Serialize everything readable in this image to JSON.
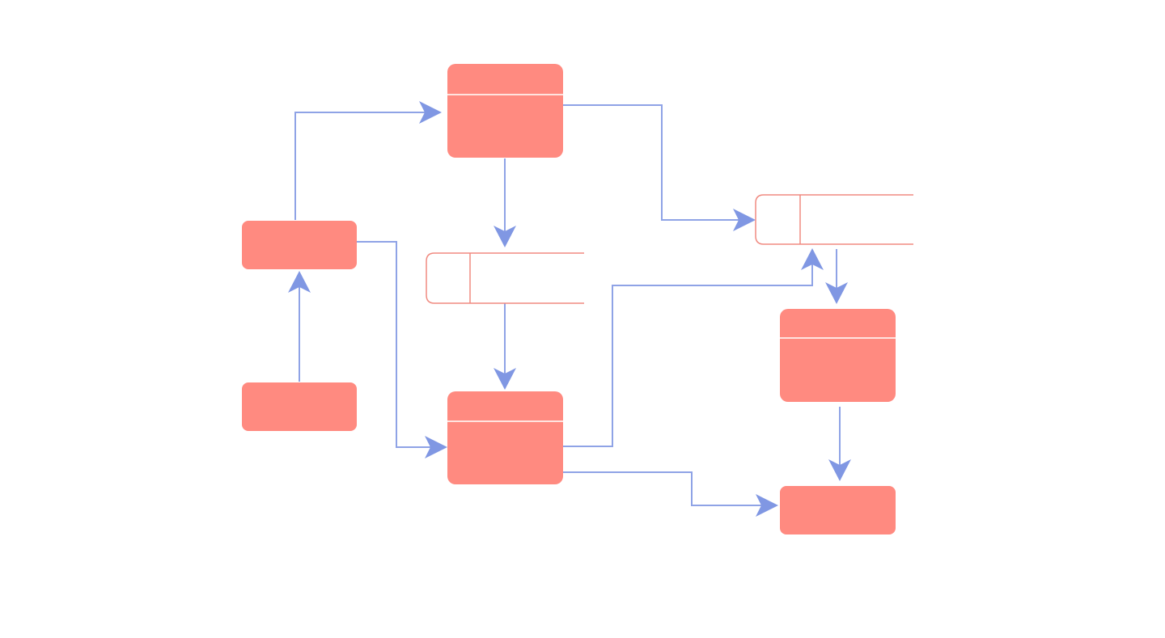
{
  "diagram": {
    "type": "data-flow-diagram",
    "colors": {
      "process_fill": "#FF8A80",
      "process_divider": "#FFE3DF",
      "datastore_stroke": "#F08A80",
      "connector": "#8FA3E6",
      "arrowhead": "#8097E3",
      "background": "#FFFFFF"
    },
    "nodes": [
      {
        "id": "process-top",
        "kind": "process",
        "label": ""
      },
      {
        "id": "entity-left-top",
        "kind": "entity",
        "label": ""
      },
      {
        "id": "entity-left-bottom",
        "kind": "entity",
        "label": ""
      },
      {
        "id": "datastore-middle",
        "kind": "datastore",
        "label": ""
      },
      {
        "id": "process-middle",
        "kind": "process",
        "label": ""
      },
      {
        "id": "datastore-right",
        "kind": "datastore",
        "label": ""
      },
      {
        "id": "process-right",
        "kind": "process",
        "label": ""
      },
      {
        "id": "entity-bottom-right",
        "kind": "entity",
        "label": ""
      }
    ],
    "edges": [
      {
        "from": "entity-left-bottom",
        "to": "entity-left-top"
      },
      {
        "from": "entity-left-top",
        "to": "process-top"
      },
      {
        "from": "entity-left-top",
        "to": "process-middle"
      },
      {
        "from": "process-top",
        "to": "datastore-middle"
      },
      {
        "from": "datastore-middle",
        "to": "process-middle"
      },
      {
        "from": "process-top",
        "to": "datastore-right"
      },
      {
        "from": "process-middle",
        "to": "datastore-right"
      },
      {
        "from": "datastore-right",
        "to": "process-right"
      },
      {
        "from": "process-right",
        "to": "entity-bottom-right"
      },
      {
        "from": "process-middle",
        "to": "entity-bottom-right"
      }
    ]
  }
}
